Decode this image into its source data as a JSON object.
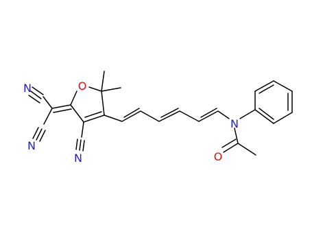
{
  "molecule": {
    "atom_labels": {
      "n_top": "N",
      "n_left": "N",
      "n_bottom": "N",
      "o_ring": "O",
      "n_amide": "N",
      "o_carbonyl": "O"
    },
    "colors": {
      "bond": "#000000",
      "nitrogen": "#1e1ec8",
      "oxygen": "#d21414",
      "background": "#ffffff"
    }
  }
}
